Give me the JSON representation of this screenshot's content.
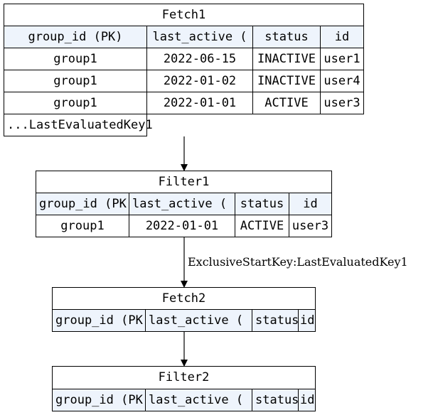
{
  "fetch1": {
    "title": "Fetch1",
    "headers": [
      "group_id (PK)",
      "last_active (",
      "status",
      "id"
    ],
    "rows": [
      [
        "group1",
        "2022-06-15",
        "INACTIVE",
        "user1"
      ],
      [
        "group1",
        "2022-01-02",
        "INACTIVE",
        "user4"
      ],
      [
        "group1",
        "2022-01-01",
        "ACTIVE",
        "user3"
      ]
    ],
    "note": "...LastEvaluatedKey1"
  },
  "filter1": {
    "title": "Filter1",
    "headers": [
      "group_id (PK",
      "last_active (",
      "status",
      "id"
    ],
    "rows": [
      [
        "group1",
        "2022-01-01",
        "ACTIVE",
        "user3"
      ]
    ]
  },
  "edge_label": "ExclusiveStartKey:LastEvaluatedKey1",
  "fetch2": {
    "title": "Fetch2",
    "headers": [
      "group_id (PK",
      "last_active (",
      "status",
      "id"
    ]
  },
  "filter2": {
    "title": "Filter2",
    "headers": [
      "group_id (PK",
      "last_active (",
      "status",
      "id"
    ]
  },
  "colors": {
    "header_bg": "#eef4fc",
    "border": "#000000"
  }
}
